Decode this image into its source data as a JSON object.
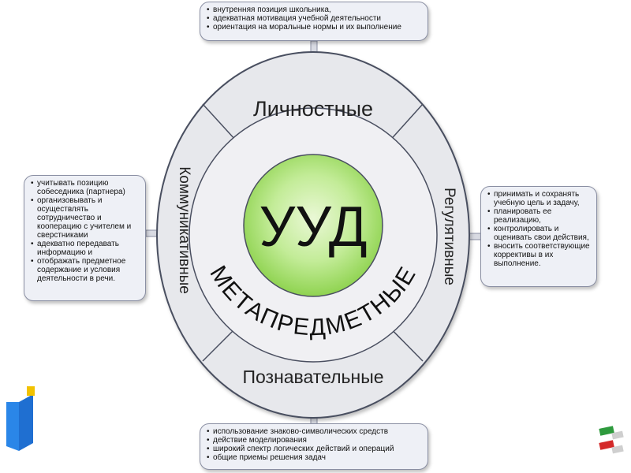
{
  "center": {
    "label": "УУД"
  },
  "ring_word": "МЕТАПРЕДМЕТНЫЕ",
  "sectors": {
    "top": "Личностные",
    "bottom": "Познавательные",
    "left": "Коммуникативные",
    "right": "Регулятивные"
  },
  "notes": {
    "top": [
      "внутренняя позиция школьника,",
      "адекватная мотивация учебной деятельности",
      "ориентация на моральные нормы и их выполнение"
    ],
    "left": [
      "учитывать позицию собеседника (партнера)",
      "организовывать и осуществлять сотрудничество и кооперацию с учителем и сверстниками",
      "адекватно передавать информацию и",
      "отображать предметное содержание и условия деятельности в речи."
    ],
    "right": [
      "принимать и сохранять учебную цель и задачу,",
      "планировать ее реализацию,",
      "контролировать и оценивать свои действия,",
      "вносить соответствующие коррективы в их выполнение."
    ],
    "bottom": [
      "использование знаково-символических средств",
      "действие моделирования",
      "широкий спектр логических действий и операций",
      "общие приемы решения задач"
    ]
  },
  "colors": {
    "outer_fill": "#e7e8ec",
    "outer_stroke": "#4a4f60",
    "ring_fill": "#f0f0f3",
    "center_fill": "#a6e070",
    "note_fill": "#eef0f6"
  }
}
